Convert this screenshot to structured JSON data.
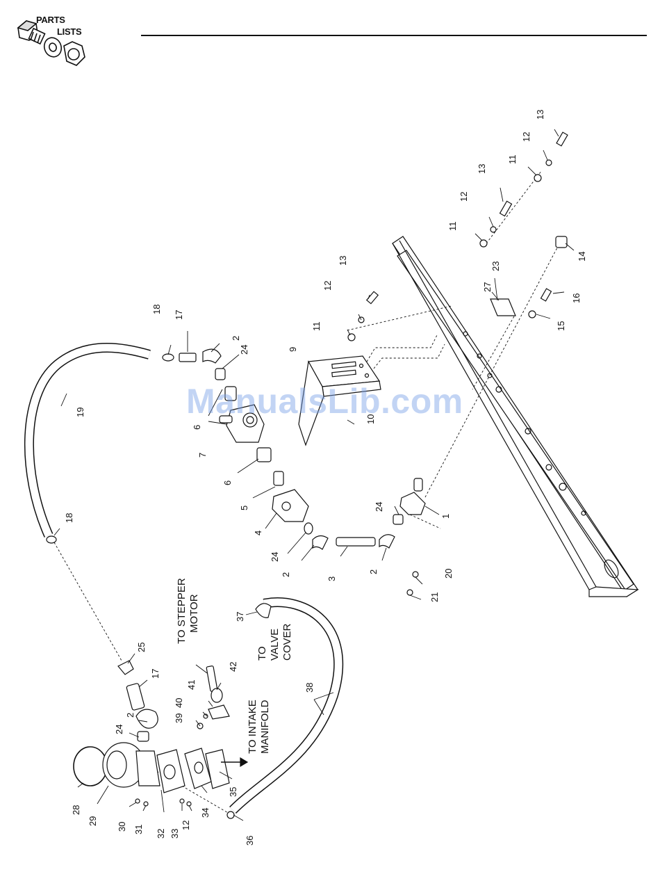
{
  "header": {
    "line1": "PARTS",
    "line2": "LISTS"
  },
  "watermark": "ManualsLib.com",
  "callouts": {
    "c1": "1",
    "c2a": "2",
    "c2b": "2",
    "c2c": "2",
    "c2d": "2",
    "c3": "3",
    "c4": "4",
    "c5": "5",
    "c6a": "6",
    "c6b": "6",
    "c7": "7",
    "c9": "9",
    "c10": "10",
    "c11a": "11",
    "c11b": "11",
    "c11c": "11",
    "c12a": "12",
    "c12b": "12",
    "c12c": "12",
    "c12d": "12",
    "c13a": "13",
    "c13b": "13",
    "c13c": "13",
    "c14": "14",
    "c15": "15",
    "c16": "16",
    "c17a": "17",
    "c17b": "17",
    "c18a": "18",
    "c18b": "18",
    "c19": "19",
    "c20": "20",
    "c21": "21",
    "c23": "23",
    "c24a": "24",
    "c24b": "24",
    "c24c": "24",
    "c24d": "24",
    "c25": "25",
    "c27": "27",
    "c28": "28",
    "c29": "29",
    "c30": "30",
    "c31": "31",
    "c32": "32",
    "c33": "33",
    "c34": "34",
    "c35": "35",
    "c36": "36",
    "c37": "37",
    "c38": "38",
    "c39": "39",
    "c40": "40",
    "c41": "41",
    "c42": "42"
  },
  "notes": {
    "stepper_1": "TO STEPPER",
    "stepper_2": "MOTOR",
    "valve_1": "TO",
    "valve_2": "VALVE",
    "valve_3": "COVER",
    "intake_1": "TO INTAKE",
    "intake_2": "MANIFOLD"
  }
}
